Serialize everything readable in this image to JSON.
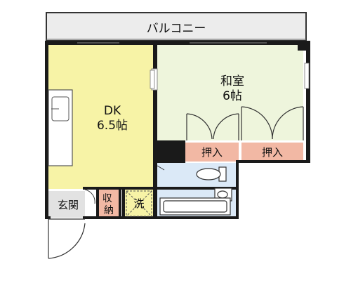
{
  "floor_plan": {
    "balcony": {
      "label": "バルコニー"
    },
    "dk": {
      "label": "DK",
      "size": "6.5帖",
      "color": "#f7f3a6"
    },
    "washitsu": {
      "label": "和室",
      "size": "6帖",
      "color": "#eef5dc"
    },
    "oshiire_1": {
      "label": "押入",
      "color": "#f2b8a4"
    },
    "oshiire_2": {
      "label": "押入",
      "color": "#f2b8a4"
    },
    "genkan": {
      "label": "玄関",
      "color": "#e2e2e2"
    },
    "shuno": {
      "label": "収納",
      "color": "#f2b8a4"
    },
    "sen": {
      "label": "洗",
      "color": "#f7f3a6"
    },
    "bath": {
      "color": "#dbe9f7"
    },
    "wall_color": "#1a1a1a"
  }
}
